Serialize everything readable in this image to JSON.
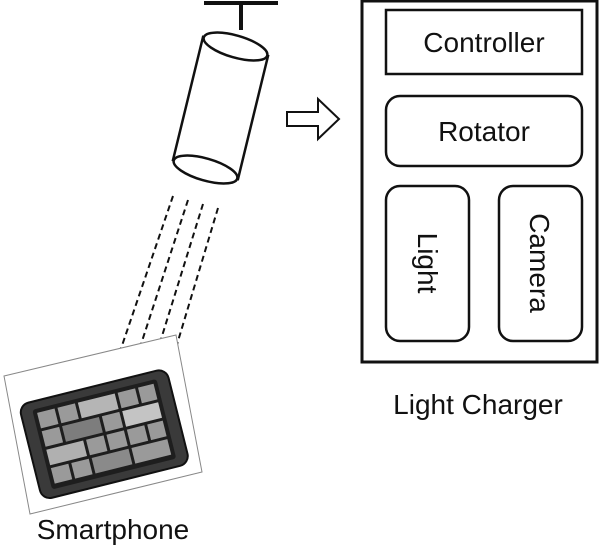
{
  "components": {
    "controller": "Controller",
    "rotator": "Rotator",
    "light": "Light",
    "camera": "Camera"
  },
  "captions": {
    "charger": "Light Charger",
    "phone": "Smartphone"
  },
  "colors": {
    "stroke": "#111111",
    "background": "#ffffff",
    "phone_body": "#3a3a3a",
    "phone_screen": "#1e1e1e",
    "tile": "#9a9a9a"
  },
  "icons": [
    "lamp-icon",
    "arrow-right-icon",
    "light-beam-icon",
    "smartphone-icon"
  ]
}
